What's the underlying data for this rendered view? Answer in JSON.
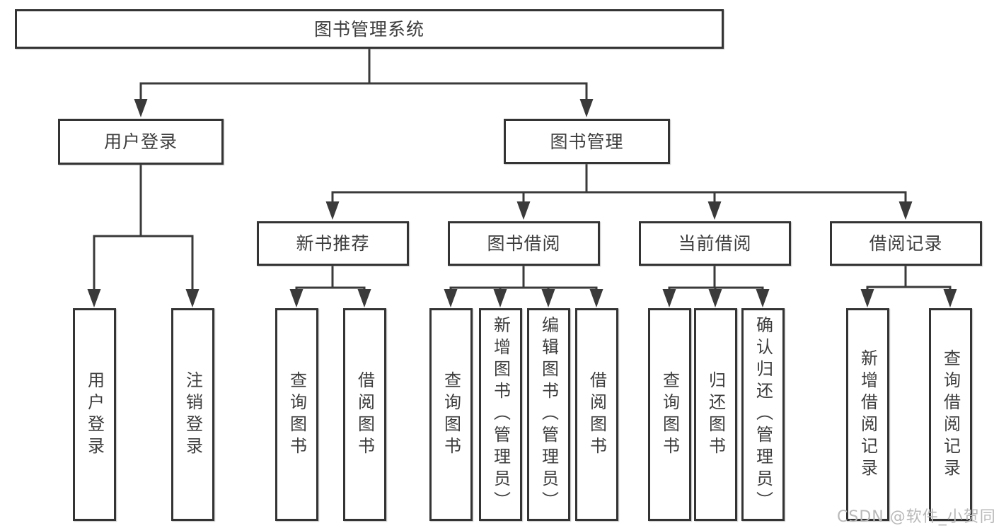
{
  "diagram": {
    "root": {
      "label": "图书管理系统"
    },
    "level2": [
      {
        "label": "用户登录"
      },
      {
        "label": "图书管理"
      }
    ],
    "level3": [
      {
        "label": "新书推荐"
      },
      {
        "label": "图书借阅"
      },
      {
        "label": "当前借阅"
      },
      {
        "label": "借阅记录"
      }
    ],
    "leaves": [
      {
        "label": "用户登录"
      },
      {
        "label": "注销登录"
      },
      {
        "label": "查询图书"
      },
      {
        "label": "借阅图书"
      },
      {
        "label": "查询图书"
      },
      {
        "label": "新增图书（管理员）"
      },
      {
        "label": "编辑图书（管理员）"
      },
      {
        "label": "借阅图书"
      },
      {
        "label": "查询图书"
      },
      {
        "label": "归还图书"
      },
      {
        "label": "确认归还（管理员）"
      },
      {
        "label": "新增借阅记录"
      },
      {
        "label": "查询借阅记录"
      }
    ]
  },
  "watermark": {
    "text": "CSDN @软件_小贺同学"
  },
  "colors": {
    "line": "#3a3a3a",
    "border": "#343434",
    "text": "#3d3d3d",
    "watermark": "#b9b9b9",
    "background": "#ffffff"
  }
}
